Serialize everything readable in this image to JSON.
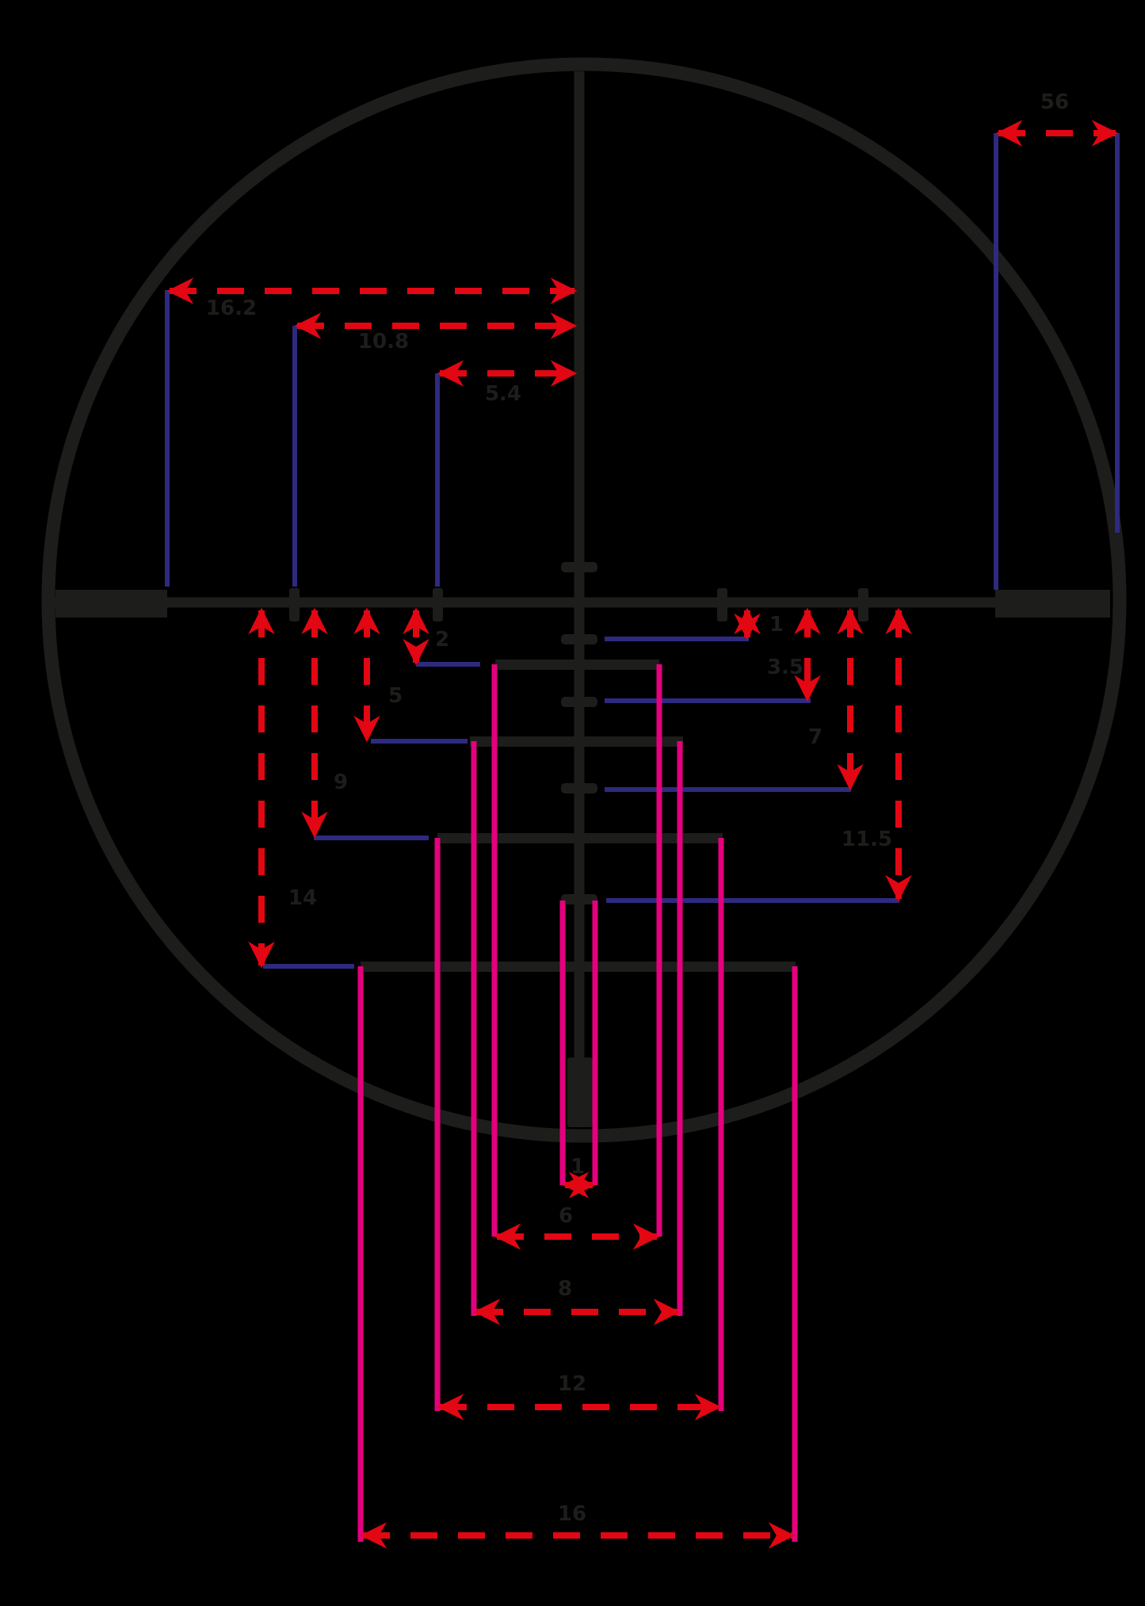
{
  "diagram": {
    "type": "riflescope-reticle-dimensions",
    "colors": {
      "background": "#000000",
      "reticle": "#1d1d1b",
      "reference_line": "#2e2a80",
      "dimension_arrow": "#e30613",
      "stadia_reference": "#e5007d",
      "label_text": "#1d1d1b"
    },
    "horizontal_labels_top": [
      {
        "id": "h16_2",
        "text": "16.2"
      },
      {
        "id": "h10_8",
        "text": "10.8"
      },
      {
        "id": "h5_4",
        "text": "5.4"
      },
      {
        "id": "h56",
        "text": "56"
      }
    ],
    "vertical_labels_left": [
      {
        "id": "v2",
        "text": "2"
      },
      {
        "id": "v5",
        "text": "5"
      },
      {
        "id": "v9",
        "text": "9"
      },
      {
        "id": "v14",
        "text": "14"
      }
    ],
    "vertical_labels_right": [
      {
        "id": "v1",
        "text": "1"
      },
      {
        "id": "v3_5",
        "text": "3.5"
      },
      {
        "id": "v7",
        "text": "7"
      },
      {
        "id": "v11_5",
        "text": "11.5"
      }
    ],
    "bottom_width_labels": [
      {
        "id": "w1",
        "text": "1"
      },
      {
        "id": "w6",
        "text": "6"
      },
      {
        "id": "w8",
        "text": "8"
      },
      {
        "id": "w12",
        "text": "12"
      },
      {
        "id": "w16",
        "text": "16"
      }
    ]
  }
}
